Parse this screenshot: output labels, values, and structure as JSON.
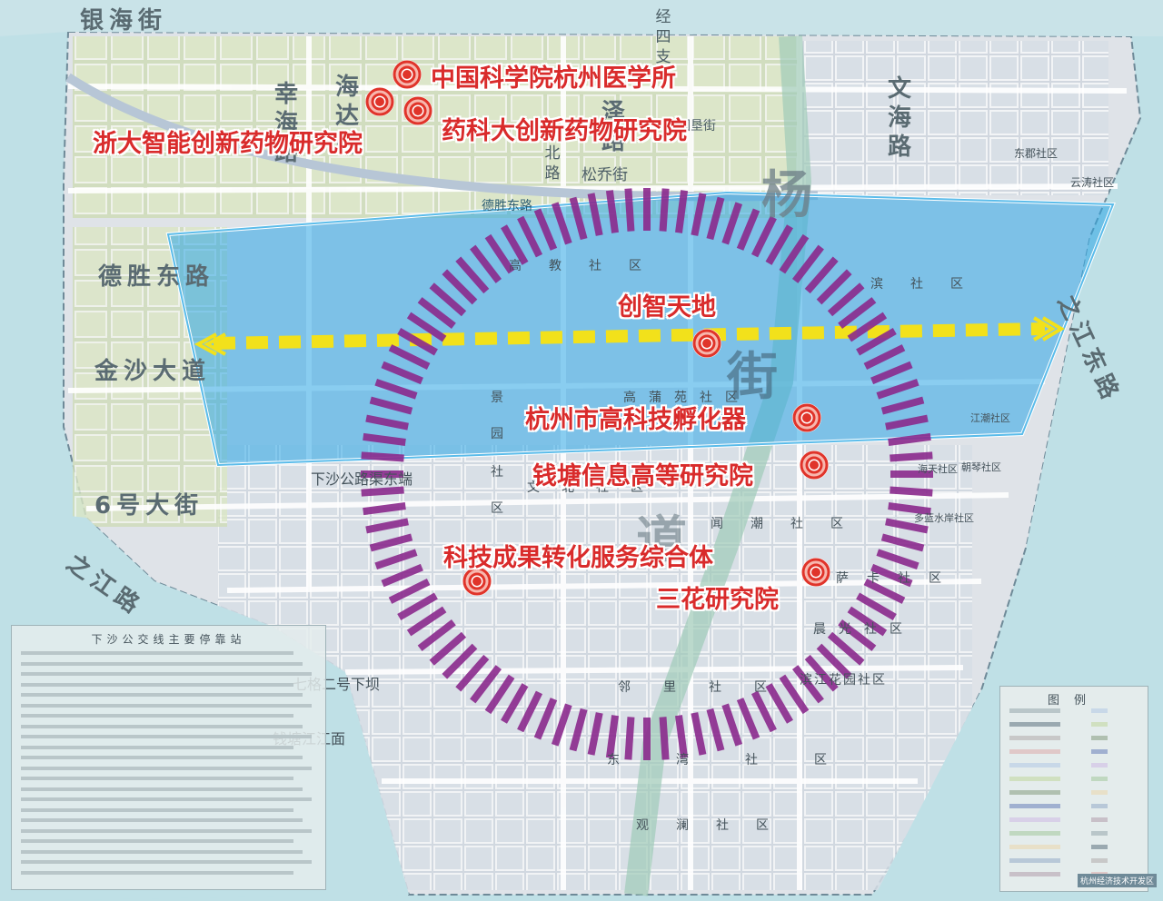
{
  "colors": {
    "poi_text": "#d92b2b",
    "poi_marker": "#e0342a",
    "highlight_zone": "#2ca6e6",
    "axis_arrow": "#f2e11b",
    "ring": "#8b2a8d"
  },
  "pois": [
    {
      "id": "cas-hangzhou-medicine",
      "name": "中国科学院杭州医学所"
    },
    {
      "id": "zju-drug",
      "name": "浙大智能创新药物研究院"
    },
    {
      "id": "cpu-drug",
      "name": "药科大创新药物研究院"
    },
    {
      "id": "chuangzhi",
      "name": "创智天地"
    },
    {
      "id": "incubator",
      "name": "杭州市高科技孵化器"
    },
    {
      "id": "qiantang-info",
      "name": "钱塘信息高等研究院"
    },
    {
      "id": "tech-transfer",
      "name": "科技成果转化服务综合体"
    },
    {
      "id": "sanhua",
      "name": "三花研究院"
    }
  ],
  "roads": {
    "yinhai": "银海街",
    "xinghai": "幸海路",
    "haida": "海达路",
    "dongsheng": "德胜东路",
    "jinsha": "金沙大道",
    "sixth": "6号大街",
    "zhijiang": "之江路",
    "zhijiang_east": "之江东路",
    "wenhai": "文海路",
    "jingsi": "经四支",
    "zexu": "泽路",
    "zeixbei": "泽北路",
    "songqiao": "松乔街",
    "wei_street": "围垦街",
    "yang": "杨",
    "jie": "街",
    "dao": "道",
    "desheng_small": "德胜东路",
    "xiasha": "下沙公路渠东端",
    "qige": "七格二号下坝",
    "qiantang_face": "钱塘江江面"
  },
  "communities": {
    "gaojiao": "高教社区",
    "bin": "滨社区",
    "gaoyuan": "高蒲苑社区",
    "jingyuan": "景园",
    "shequ_left": "社区",
    "wenbei": "文北社区",
    "wenchao": "闻潮社区",
    "sa": "萨卡社区",
    "chenguang": "晨光社区",
    "binjiang": "滨江花园社区",
    "linli": "邻里社区",
    "dongwan": "东湾社区",
    "guanlan": "观澜社区",
    "dongjun": "东郡社区",
    "yuntao": "云涛社区",
    "haitian": "海天社区",
    "chaoqin": "朝琴社区",
    "duomei": "多蓝水岸社区",
    "jiangchao": "江潮社区"
  },
  "legend": {
    "title": "图例"
  },
  "bus": {
    "title": "下沙公交线主要停靠站"
  },
  "map_credit": "杭州经济技术开发区"
}
